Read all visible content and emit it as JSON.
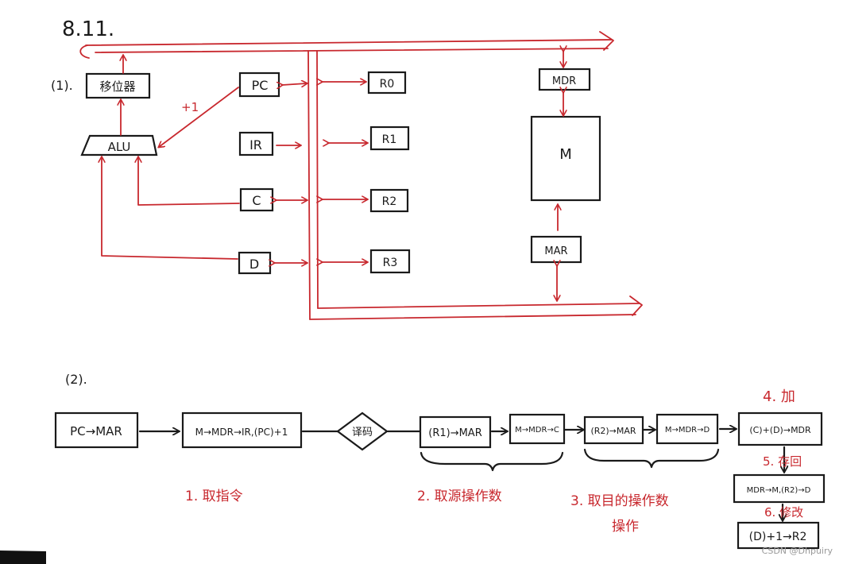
{
  "colors": {
    "ink": "#1a1a1a",
    "red": "#c8282e",
    "paper": "#ffffff"
  },
  "header": {
    "title": "8.11."
  },
  "part1": {
    "label": "(1).",
    "shift_reg": "移位器",
    "alu": "ALU",
    "pc": "PC",
    "ir": "IR",
    "c": "C",
    "d": "D",
    "r0": "R0",
    "r1": "R1",
    "r2": "R2",
    "r3": "R3",
    "mdr": "MDR",
    "m": "M",
    "mar": "MAR",
    "plus_one": "+1"
  },
  "part2": {
    "label": "(2).",
    "steps": {
      "s1": "PC→MAR",
      "s2": "M→MDR→IR,(PC)+1",
      "decode": "译码",
      "s3": "(R1)→MAR",
      "s4": "M→MDR→C",
      "s5": "(R2)→MAR",
      "s6": "M→MDR→D",
      "s7": "(C)+(D)→MDR",
      "s8": "MDR→M,(R2)→D",
      "s9": "(D)+1→R2"
    },
    "annotations": {
      "fetch": "1. 取指令",
      "src": "2. 取源操作数",
      "dst_line1": "3. 取目的操作数",
      "dst_line2": "操作",
      "exec": "4. 加",
      "writeback": "5. 存回",
      "modify": "6. 修改"
    }
  },
  "watermark": "CSDN @Dhpuiry"
}
